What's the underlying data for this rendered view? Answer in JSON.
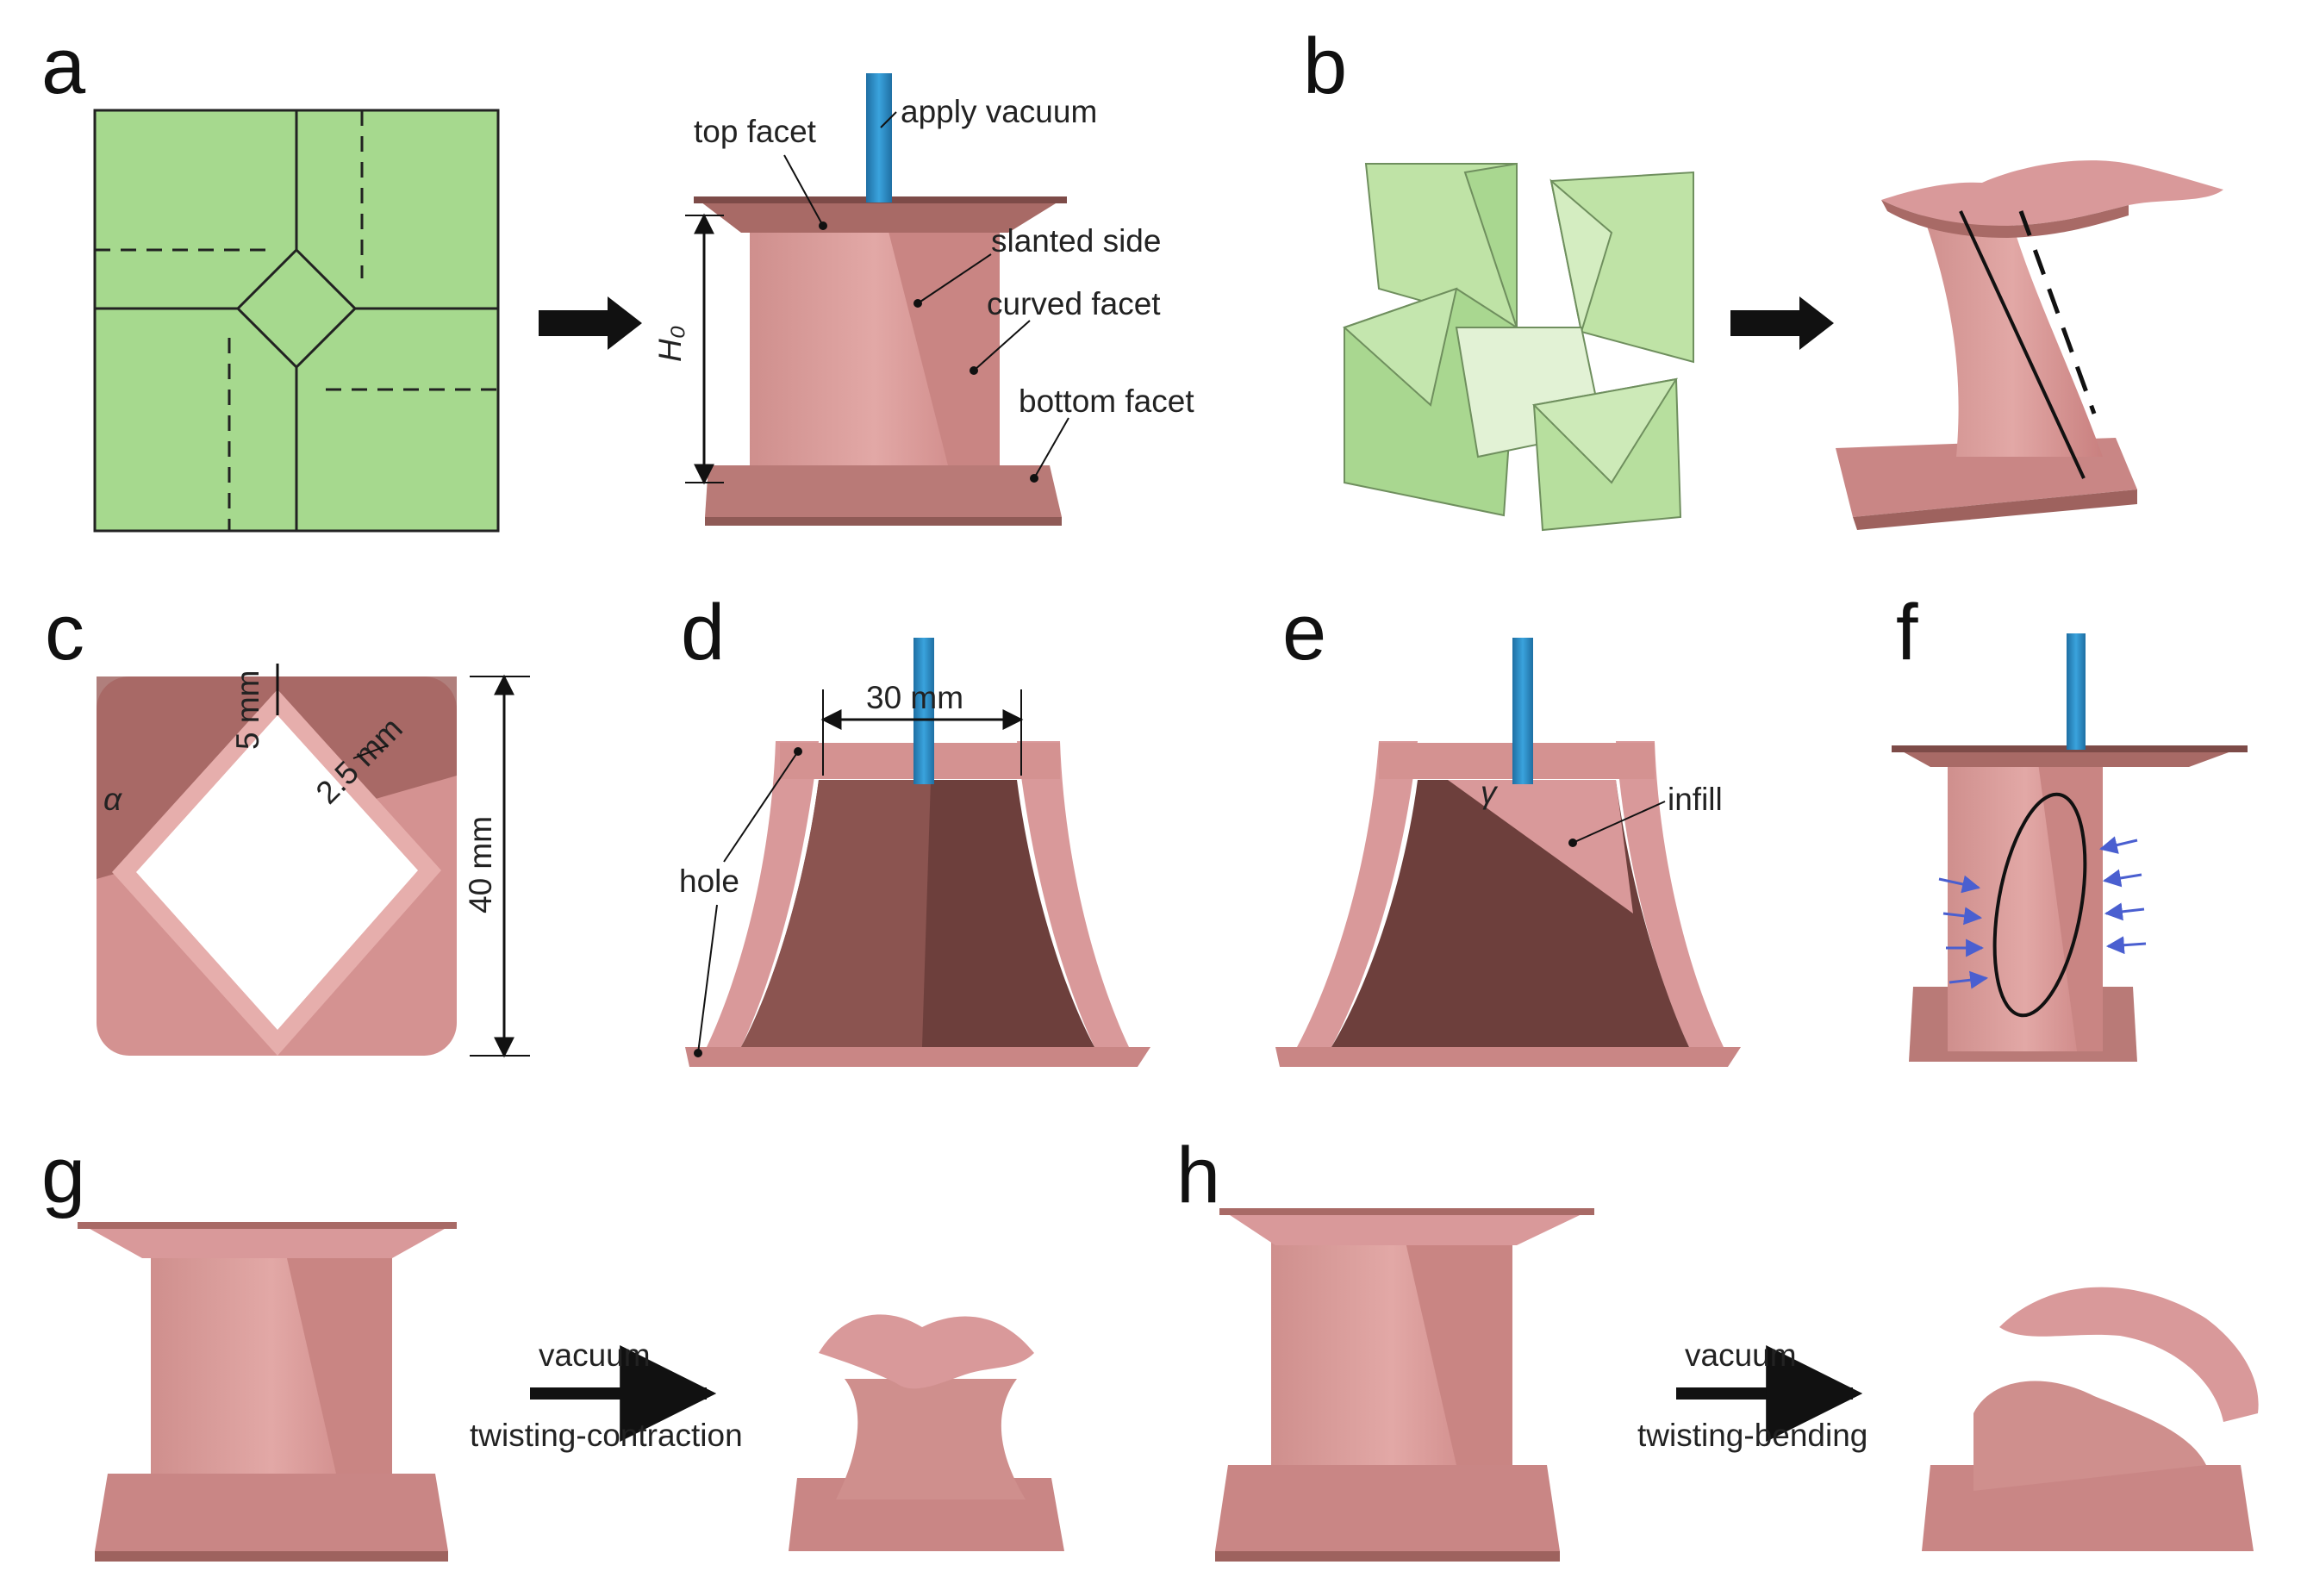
{
  "panels": {
    "a": "a",
    "b": "b",
    "c": "c",
    "d": "d",
    "e": "e",
    "f": "f",
    "g": "g",
    "h": "h"
  },
  "annotations": {
    "apply_vacuum": "apply vacuum",
    "top_facet": "top facet",
    "slanted_side": "slanted side",
    "curved_facet": "curved facet",
    "bottom_facet": "bottom facet",
    "height_symbol": "H₀",
    "infill": "infill",
    "hole": "hole",
    "gamma": "γ",
    "alpha": "α",
    "dim_5mm": "5 mm",
    "dim_2_5mm": "2.5 mm",
    "dim_40mm": "40 mm",
    "dim_30mm": "30 mm",
    "vacuum_g": "vacuum",
    "twisting_contraction": "twisting-contraction",
    "vacuum_h": "vacuum",
    "twisting_bending": "twisting-bending"
  },
  "colors": {
    "crease_green": "#a6d98e",
    "origami_green": "#bfe3a6",
    "actuator_pink": "#d9999a",
    "actuator_dark": "#8f5a56",
    "tube_blue": "#2a8fc9",
    "arrow_blue": "#4a5fd0"
  }
}
